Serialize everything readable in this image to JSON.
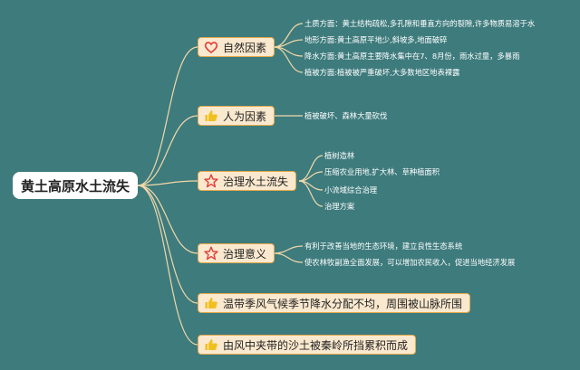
{
  "root": {
    "title": "黄土高原水土流失"
  },
  "branches": [
    {
      "label": "自然因素",
      "icon": "heart-icon",
      "leaves": [
        "土质方面：黄土结构疏松,多孔隙和垂直方向的裂隙,许多物质易溶于水",
        "地形方面:黄土高原平地少,斜坡多,地面破碎",
        "降水方面:黄土高原主要降水集中在7、8月份，雨水过量，多暴雨",
        "植被方面:植被被严重破坏,大多数地区地表裸露"
      ]
    },
    {
      "label": "人为因素",
      "icon": "thumbs-up-icon",
      "leaves": [
        "植被破坏、森林大量砍伐"
      ]
    },
    {
      "label": "治理水土流失",
      "icon": "star-icon",
      "leaves": [
        "植树造林",
        "压缩农业用地,扩大林、草种植面积",
        "小流域综合治理",
        "治理方案"
      ]
    },
    {
      "label": "治理意义",
      "icon": "star-icon",
      "leaves": [
        "有利于改善当地的生态环境，建立良性生态系统",
        "使农林牧副渔全面发展，可以增加农民收入，促进当地经济发展"
      ]
    },
    {
      "label": "温带季风气候季节降水分配不均，周围被山脉所围",
      "icon": "thumbs-up-icon",
      "leaves": []
    },
    {
      "label": "由风中夹带的沙土被秦岭所挡累积而成",
      "icon": "thumbs-up-icon",
      "leaves": []
    }
  ],
  "colors": {
    "background": "#3e7b7d",
    "branch_fill": "#fbe9cf",
    "branch_border": "#e3a94b",
    "line": "#f3d9a8",
    "heart": "#e0403c",
    "star": "#e0403c",
    "thumb": "#f0c020"
  }
}
